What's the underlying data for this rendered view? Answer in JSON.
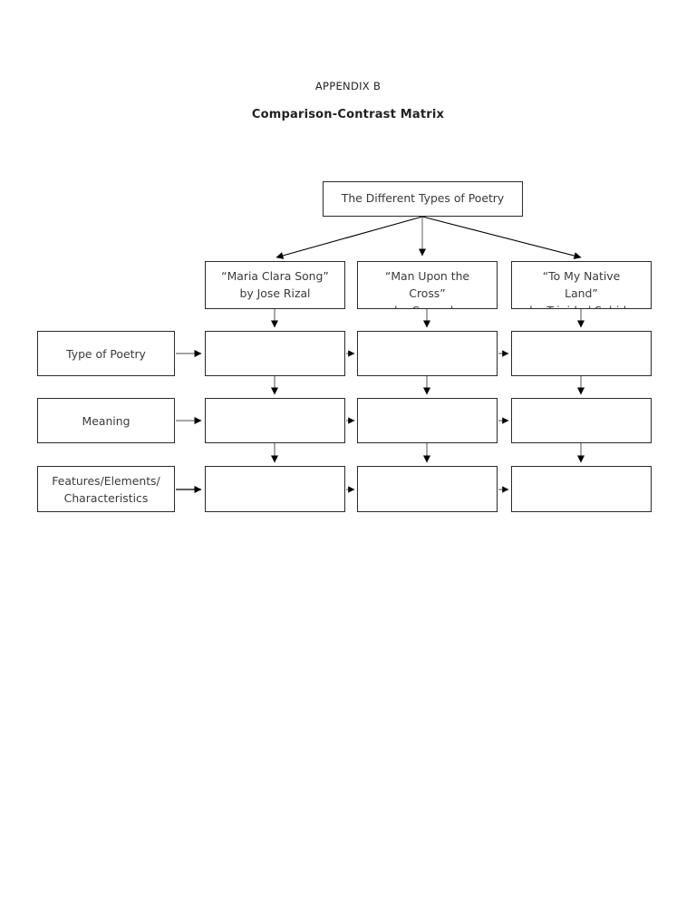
{
  "page": {
    "appendix_label": "APPENDIX B",
    "title": "Comparison-Contrast Matrix"
  },
  "diagram": {
    "type": "comparison-contrast-matrix",
    "root": {
      "label": "The Different Types of Poetry"
    },
    "columns": [
      {
        "id": "maria-clara-song",
        "title": "“Maria Clara Song”",
        "author": "by Jose Rizal",
        "label": "“Maria Clara Song”\nby Jose Rizal",
        "clipped": false
      },
      {
        "id": "man-upon-the-cross",
        "title": "“Man Upon the Cross”",
        "author": "by Cesando",
        "label": "“Man Upon the\nCross”\nby Cesando",
        "clipped": true
      },
      {
        "id": "to-my-native-land",
        "title": "“To My Native Land”",
        "author": "by Trinidad Subido",
        "label": "“To My Native\nLand”\nby Trinidad Subido",
        "clipped": true
      }
    ],
    "rows": [
      {
        "id": "type-of-poetry",
        "label": "Type of Poetry"
      },
      {
        "id": "meaning",
        "label": "Meaning"
      },
      {
        "id": "features-elements-characteristics",
        "label": "Features/Elements/\nCharacteristics"
      }
    ],
    "cells": [
      {
        "row": "type-of-poetry",
        "column": "maria-clara-song",
        "value": ""
      },
      {
        "row": "type-of-poetry",
        "column": "man-upon-the-cross",
        "value": ""
      },
      {
        "row": "type-of-poetry",
        "column": "to-my-native-land",
        "value": ""
      },
      {
        "row": "meaning",
        "column": "maria-clara-song",
        "value": ""
      },
      {
        "row": "meaning",
        "column": "man-upon-the-cross",
        "value": ""
      },
      {
        "row": "meaning",
        "column": "to-my-native-land",
        "value": ""
      },
      {
        "row": "features-elements-characteristics",
        "column": "maria-clara-song",
        "value": ""
      },
      {
        "row": "features-elements-characteristics",
        "column": "man-upon-the-cross",
        "value": ""
      },
      {
        "row": "features-elements-characteristics",
        "column": "to-my-native-land",
        "value": ""
      }
    ],
    "colors": {
      "border": "#2b2b2b",
      "text": "#3a3a3a",
      "arrow": "#000000",
      "background": "#ffffff"
    }
  }
}
